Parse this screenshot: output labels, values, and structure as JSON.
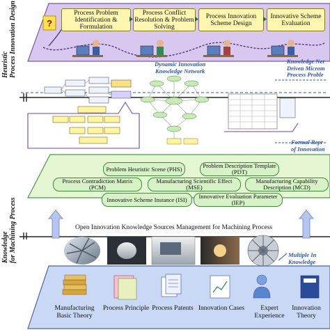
{
  "side_labels": {
    "top": [
      "Heuristic",
      "Process Innovation Design"
    ],
    "middle": [
      "Knowledge",
      "for Machining Process"
    ]
  },
  "process_steps": [
    "Process Problem Identification & Formulation",
    "Process Conflict Resolution & Problem Solving",
    "Process Innovation Scheme Design",
    "Innovative Scheme Evaluation"
  ],
  "network": {
    "title_line1": "Dynamic Innovation",
    "title_line2": "Knowledge Network"
  },
  "right_callouts": {
    "kn_lines": [
      "Knowledge Net",
      "Driven Microm",
      "Process Proble"
    ],
    "formal_lines": [
      "Formal Repr",
      "of Innovation"
    ],
    "multiple_lines": [
      "Multiple In",
      "Knowledge"
    ]
  },
  "templates": [
    "Problem Heuristic Scene (PHS)",
    "Problem Description Template (PDT)",
    "Process Contradiction Matrix (PCM)",
    "Manufacturing Scientific Effect (MSE)",
    "Manufacturing Capability Description (MCD)",
    "Innovative Scheme Instance (ISI)",
    "Innovative Evaluation Parameter (IEP)"
  ],
  "open_innovation_label": "Open Innovation Knowledge Sources Management for Machining Process",
  "sources": [
    "Manufacturing Basic Theory",
    "Process Principle",
    "Process Patents",
    "Innovation Cases",
    "Expert Experience",
    "Innovation Theory"
  ]
}
